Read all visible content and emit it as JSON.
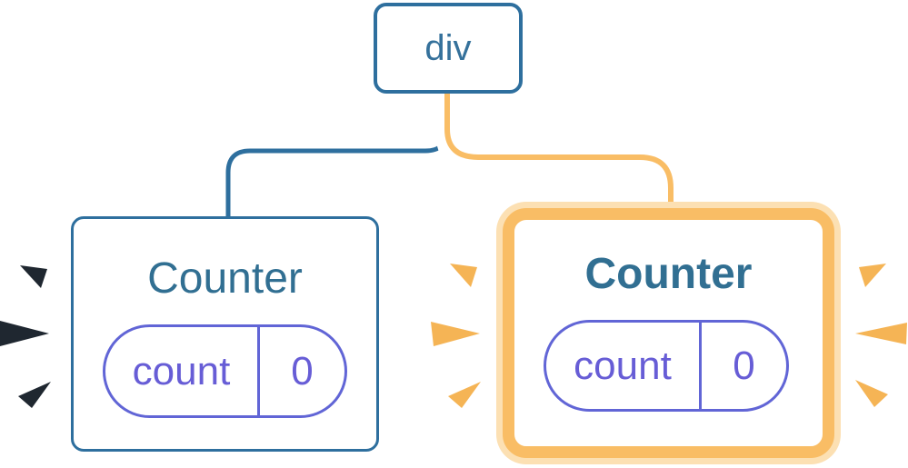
{
  "root_node": {
    "label": "div"
  },
  "left_counter": {
    "title": "Counter",
    "state_key": "count",
    "state_value": "0",
    "highlighted": false
  },
  "right_counter": {
    "title": "Counter",
    "state_key": "count",
    "state_value": "0",
    "highlighted": true
  },
  "colors": {
    "node_border_blue": "#2e6f9e",
    "node_text_teal": "#316f92",
    "state_purple": "#6165d6",
    "highlight_orange": "#f9bd65",
    "highlight_glow": "#fce0b3",
    "spark_orange": "#f5b455",
    "spark_dark": "#1f2730",
    "background": "#ffffff"
  }
}
